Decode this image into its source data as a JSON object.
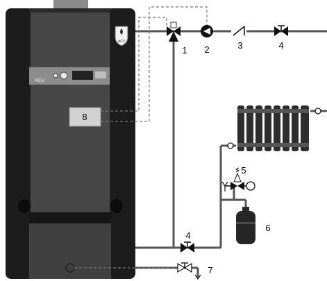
{
  "diagram": {
    "brand_logo_text": "ACV",
    "panel_brand_text": "ACV",
    "components": [
      {
        "label": "1",
        "name": "three-way-valve"
      },
      {
        "label": "2",
        "name": "circulation-pump"
      },
      {
        "label": "3",
        "name": "check-valve"
      },
      {
        "label": "4",
        "name": "isolation-valve-flow"
      },
      {
        "label": "4",
        "name": "isolation-valve-return"
      },
      {
        "label": "5",
        "name": "safety-valve-with-gauge"
      },
      {
        "label": "6",
        "name": "expansion-vessel"
      },
      {
        "label": "7",
        "name": "drain-valve"
      },
      {
        "label": "8",
        "name": "controller-module"
      }
    ]
  },
  "colors": {
    "boiler_body": "#3a3a3a",
    "boiler_side": "#1f1f1f",
    "pipe": "#555555",
    "radiator": "#2e2e2e"
  }
}
